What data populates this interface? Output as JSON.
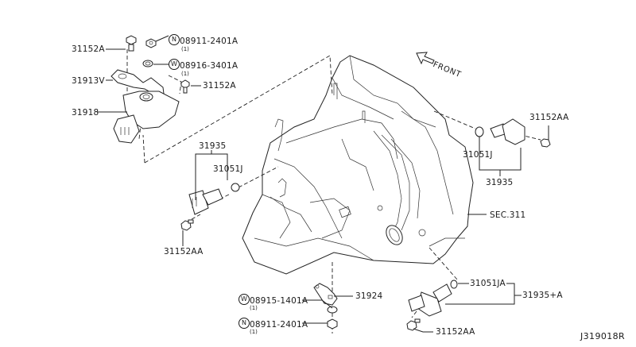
{
  "diagram": {
    "reference_code": "J319018R",
    "direction_label": "FRONT",
    "section_ref": "SEC.311",
    "parts": {
      "bolt_top_left": "31152A",
      "bolt_top_right": "31152A",
      "nut_top": {
        "symbol": "N",
        "number": "08911-2401A",
        "qty": "(1)"
      },
      "washer_top": {
        "symbol": "W",
        "number": "08916-3401A",
        "qty": "(1)"
      },
      "bracket": "31913V",
      "inhibitor_switch": "31918",
      "sensor_left": "31935",
      "oring_left": "31051J",
      "bolt_left": "31152AA",
      "sensor_right": "31935",
      "oring_right": "31051J",
      "bolt_right": "31152AA",
      "lever": "31924",
      "washer_bottom": {
        "symbol": "W",
        "number": "08915-1401A",
        "qty": "(1)"
      },
      "nut_bottom": {
        "symbol": "N",
        "number": "08911-2401A",
        "qty": "(1)"
      },
      "oring_bottom": "31051JA",
      "sensor_bottom": "31935+A",
      "bolt_bottom": "31152AA"
    }
  }
}
